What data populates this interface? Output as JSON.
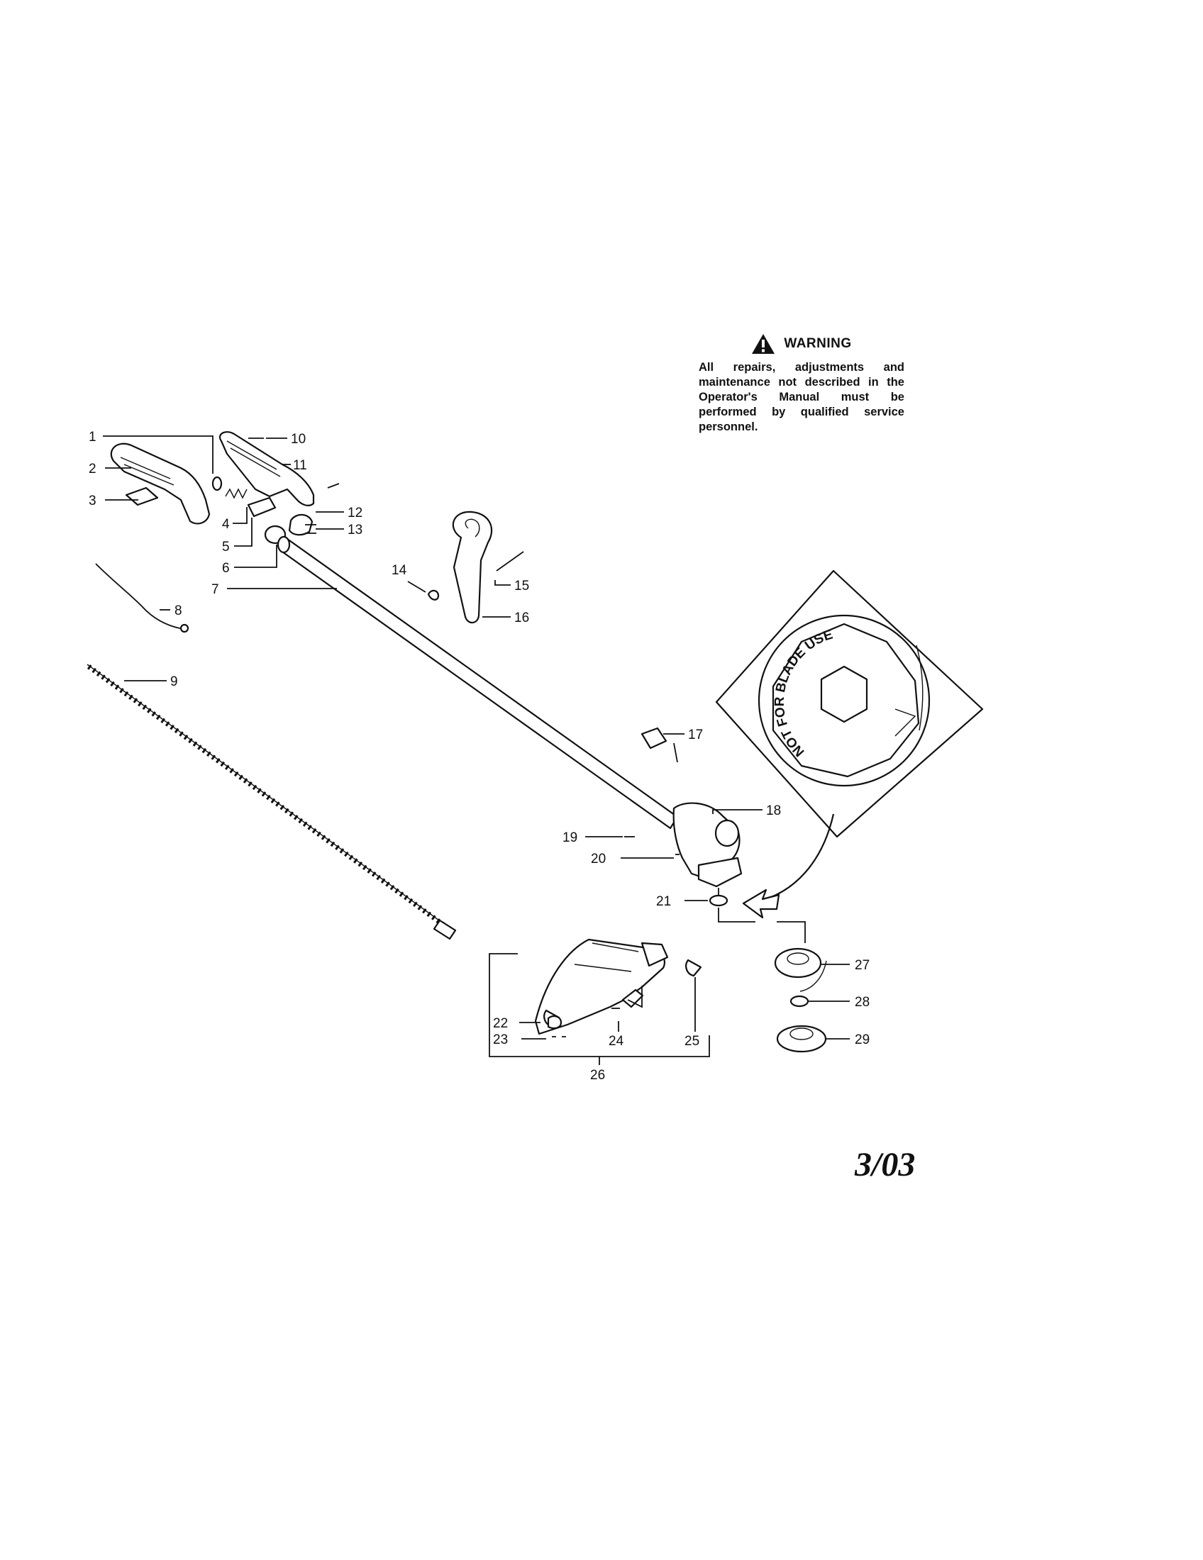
{
  "warning": {
    "title": "WARNING",
    "text": "All repairs, adjustments and maintenance not described in the Operator's Manual must be performed by qualified service personnel."
  },
  "inset": {
    "text": "NOT FOR BLADE USE"
  },
  "parts": [
    "1",
    "2",
    "3",
    "4",
    "5",
    "6",
    "7",
    "8",
    "9",
    "10",
    "11",
    "12",
    "13",
    "14",
    "15",
    "16",
    "17",
    "18",
    "19",
    "20",
    "21",
    "22",
    "23",
    "24",
    "25",
    "26",
    "27",
    "28",
    "29"
  ],
  "date": "3/03",
  "icons": {
    "warning": "warning-triangle-icon"
  }
}
